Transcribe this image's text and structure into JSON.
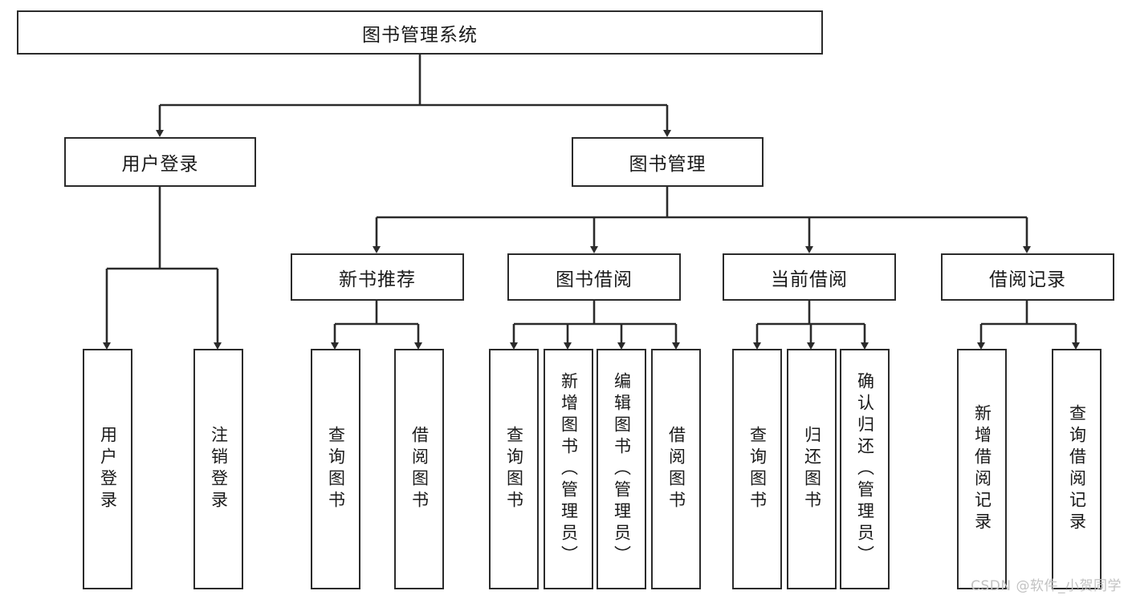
{
  "diagram": {
    "title": "图书管理系统",
    "type": "hierarchy-tree",
    "root": {
      "label": "图书管理系统"
    },
    "level2": [
      {
        "label": "用户登录"
      },
      {
        "label": "图书管理"
      }
    ],
    "level3": [
      {
        "label": "新书推荐"
      },
      {
        "label": "图书借阅"
      },
      {
        "label": "当前借阅"
      },
      {
        "label": "借阅记录"
      }
    ],
    "leaves": {
      "user_login": [
        {
          "label": "用户登录"
        },
        {
          "label": "注销登录"
        }
      ],
      "new_book_recommend": [
        {
          "label": "查询图书"
        },
        {
          "label": "借阅图书"
        }
      ],
      "book_borrow": [
        {
          "label": "查询图书"
        },
        {
          "label": "新增图书（管理员）"
        },
        {
          "label": "编辑图书（管理员）"
        },
        {
          "label": "借阅图书"
        }
      ],
      "current_borrow": [
        {
          "label": "查询图书"
        },
        {
          "label": "归还图书"
        },
        {
          "label": "确认归还（管理员）"
        }
      ],
      "borrow_record": [
        {
          "label": "新增借阅记录"
        },
        {
          "label": "查询借阅记录"
        }
      ]
    },
    "watermark": "CSDN @软件_小贺同学",
    "colors": {
      "stroke": "#2b2b2b",
      "fill": "#ffffff",
      "text": "#1a1a1a",
      "watermark": "#c2c2c2"
    }
  }
}
